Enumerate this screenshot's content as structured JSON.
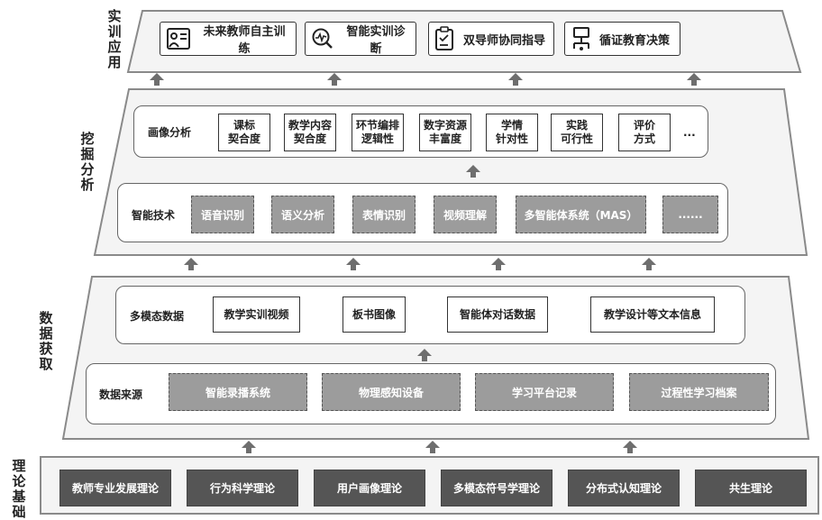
{
  "layers": {
    "application": {
      "label": "实训应用",
      "items": [
        {
          "text": "未来教师自主训练",
          "icon": "teacher-board-icon"
        },
        {
          "text": "智能实训诊断",
          "icon": "diagnosis-icon"
        },
        {
          "text": "双导师协同指导",
          "icon": "checklist-icon"
        },
        {
          "text": "循证教育决策",
          "icon": "decision-tree-icon"
        }
      ]
    },
    "mining": {
      "label": "挖掘分析",
      "portrait": {
        "title": "画像分析",
        "items": [
          "课标\n契合度",
          "教学内容\n契合度",
          "环节编排\n逻辑性",
          "数字资源\n丰富度",
          "学情\n针对性",
          "实践\n可行性",
          "评价\n方式"
        ],
        "more": "..."
      },
      "tech": {
        "title": "智能技术",
        "items": [
          "语音识别",
          "语义分析",
          "表情识别",
          "视频理解",
          "多智能体系统（MAS）",
          "......"
        ]
      }
    },
    "acquisition": {
      "label": "数据获取",
      "multimodal": {
        "title": "多模态数据",
        "items": [
          "教学实训视频",
          "板书图像",
          "智能体对话数据",
          "教学设计等文本信息"
        ]
      },
      "sources": {
        "title": "数据来源",
        "items": [
          "智能录播系统",
          "物理感知设备",
          "学习平台记录",
          "过程性学习档案"
        ]
      }
    },
    "theory": {
      "label": "理论基础",
      "items": [
        "教师专业发展理论",
        "行为科学理论",
        "用户画像理论",
        "多模态符号学理论",
        "分布式认知理论",
        "共生理论"
      ]
    }
  },
  "colors": {
    "layer_fill": "#f4f4f4",
    "layer_stroke": "#8a8a8a",
    "dash_fill": "#9c9c9c",
    "dark_fill": "#555555",
    "arrow": "#6e6e6e"
  }
}
